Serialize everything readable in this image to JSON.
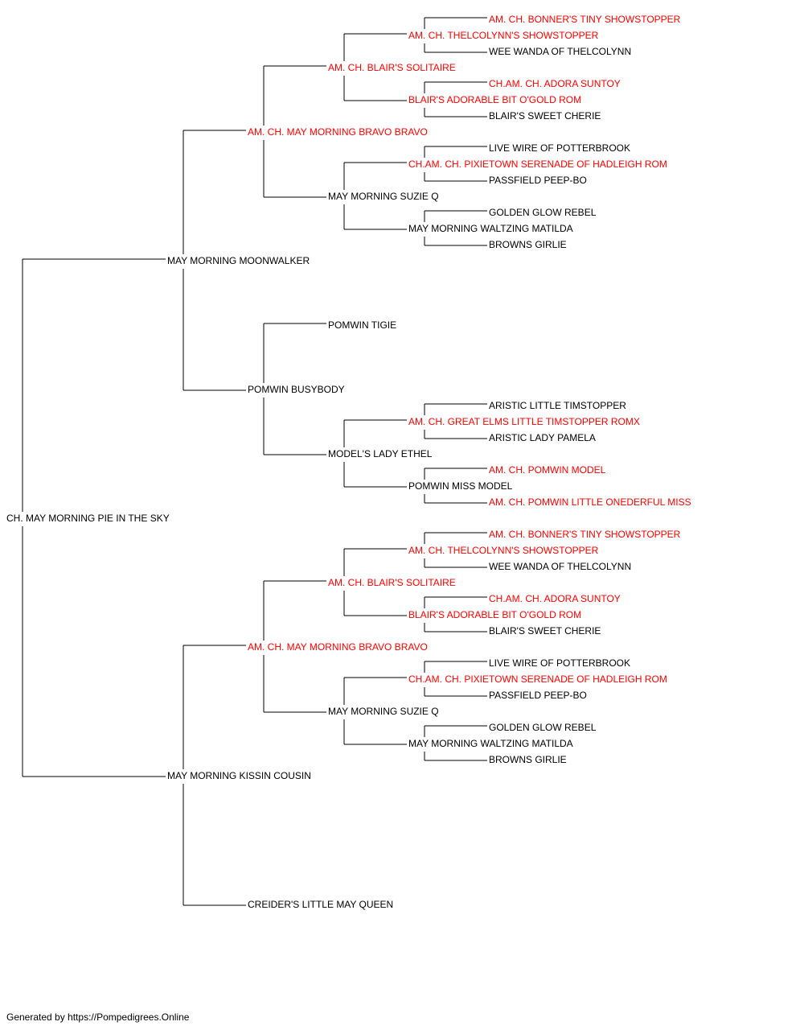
{
  "colors": {
    "champion": "#ff0000",
    "regular": "#000000",
    "line": "#000000"
  },
  "subject": {
    "name": "CH. MAY MORNING PIE IN THE SKY",
    "champion": false
  },
  "sire": {
    "name": "MAY MORNING MOONWALKER",
    "champion": false
  },
  "dam": {
    "name": "MAY MORNING KISSIN COUSIN",
    "champion": false
  },
  "grandparents": [
    {
      "name": "AM. CH. MAY MORNING BRAVO BRAVO",
      "champion": true
    },
    {
      "name": "POMWIN BUSYBODY",
      "champion": false
    },
    {
      "name": "AM. CH. MAY MORNING BRAVO BRAVO",
      "champion": true
    },
    {
      "name": "CREIDER'S LITTLE MAY QUEEN",
      "champion": false
    }
  ],
  "great_grandparents": [
    {
      "name": "AM. CH. BLAIR'S SOLITAIRE",
      "champion": true
    },
    {
      "name": "MAY MORNING SUZIE Q",
      "champion": false
    },
    {
      "name": "POMWIN TIGIE",
      "champion": false
    },
    {
      "name": "MODEL'S LADY ETHEL",
      "champion": false
    },
    {
      "name": "AM. CH. BLAIR'S SOLITAIRE",
      "champion": true
    },
    {
      "name": "MAY MORNING SUZIE Q",
      "champion": false
    }
  ],
  "gen4": [
    {
      "name": "AM. CH. THELCOLYNN'S SHOWSTOPPER",
      "champion": true
    },
    {
      "name": "BLAIR'S ADORABLE BIT O'GOLD ROM",
      "champion": true
    },
    {
      "name": "CH.AM. CH. PIXIETOWN SERENADE OF HADLEIGH ROM",
      "champion": true
    },
    {
      "name": "MAY MORNING WALTZING MATILDA",
      "champion": false
    },
    {
      "name": "AM. CH. GREAT ELMS LITTLE TIMSTOPPER ROMX",
      "champion": true
    },
    {
      "name": "POMWIN MISS MODEL",
      "champion": false
    },
    {
      "name": "AM. CH. THELCOLYNN'S SHOWSTOPPER",
      "champion": true
    },
    {
      "name": "BLAIR'S ADORABLE BIT O'GOLD ROM",
      "champion": true
    },
    {
      "name": "CH.AM. CH. PIXIETOWN SERENADE OF HADLEIGH ROM",
      "champion": true
    },
    {
      "name": "MAY MORNING WALTZING MATILDA",
      "champion": false
    }
  ],
  "gen5": [
    {
      "name": "AM. CH. BONNER'S TINY SHOWSTOPPER",
      "champion": true
    },
    {
      "name": "WEE WANDA OF THELCOLYNN",
      "champion": false
    },
    {
      "name": "CH.AM. CH. ADORA SUNTOY",
      "champion": true
    },
    {
      "name": "BLAIR'S SWEET CHERIE",
      "champion": false
    },
    {
      "name": "LIVE WIRE OF POTTERBROOK",
      "champion": false
    },
    {
      "name": "PASSFIELD PEEP-BO",
      "champion": false
    },
    {
      "name": "GOLDEN GLOW REBEL",
      "champion": false
    },
    {
      "name": "BROWNS GIRLIE",
      "champion": false
    },
    {
      "name": "ARISTIC LITTLE TIMSTOPPER",
      "champion": false
    },
    {
      "name": "ARISTIC LADY PAMELA",
      "champion": false
    },
    {
      "name": "AM. CH. POMWIN MODEL",
      "champion": true
    },
    {
      "name": "AM. CH. POMWIN LITTLE ONEDERFUL MISS",
      "champion": true
    },
    {
      "name": "AM. CH. BONNER'S TINY SHOWSTOPPER",
      "champion": true
    },
    {
      "name": "WEE WANDA OF THELCOLYNN",
      "champion": false
    },
    {
      "name": "CH.AM. CH. ADORA SUNTOY",
      "champion": true
    },
    {
      "name": "BLAIR'S SWEET CHERIE",
      "champion": false
    },
    {
      "name": "LIVE WIRE OF POTTERBROOK",
      "champion": false
    },
    {
      "name": "PASSFIELD PEEP-BO",
      "champion": false
    },
    {
      "name": "GOLDEN GLOW REBEL",
      "champion": false
    },
    {
      "name": "BROWNS GIRLIE",
      "champion": false
    }
  ],
  "footer": "Generated by https://Pompedigrees.Online"
}
